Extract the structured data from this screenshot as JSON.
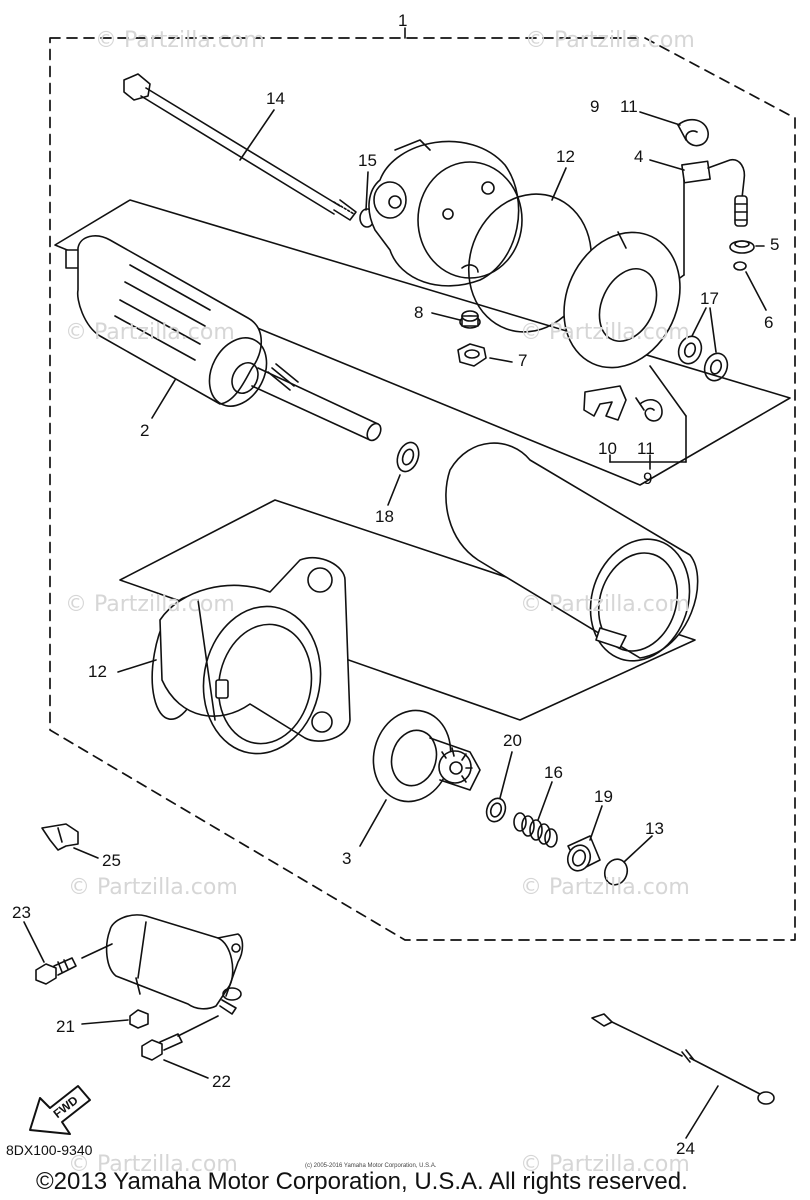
{
  "watermarks": [
    {
      "text": "© Partzilla.com"
    },
    {
      "text": "© Partzilla.com"
    },
    {
      "text": "© Partzilla.com"
    },
    {
      "text": "© Partzilla.com"
    },
    {
      "text": "© Partzilla.com"
    },
    {
      "text": "© Partzilla.com"
    },
    {
      "text": "© Partzilla.com"
    },
    {
      "text": "© Partzilla.com"
    },
    {
      "text": "© Partzilla.com"
    },
    {
      "text": "© Partzilla.com"
    }
  ],
  "callouts": {
    "c1": "1",
    "c14": "14",
    "c9_11": "9",
    "c9_11b": "11",
    "c15": "15",
    "c12_top": "12",
    "c4": "4",
    "c5": "5",
    "c17": "17",
    "c6": "6",
    "c8": "8",
    "c7": "7",
    "c2": "2",
    "c10": "10",
    "c11": "11",
    "c9": "9",
    "c18": "18",
    "c12_mid": "12",
    "c20": "20",
    "c16": "16",
    "c19": "19",
    "c13": "13",
    "c3": "3",
    "c25": "25",
    "c23": "23",
    "c21": "21",
    "c22": "22",
    "c24": "24"
  },
  "fwd_label": "FWD",
  "diagram_code": "8DX100-9340",
  "tiny_copyright": "(c) 2005-2016 Yamaha Motor Corporation, U.S.A.",
  "footer_copyright": "©2013 Yamaha Motor Corporation, U.S.A. All rights reserved."
}
